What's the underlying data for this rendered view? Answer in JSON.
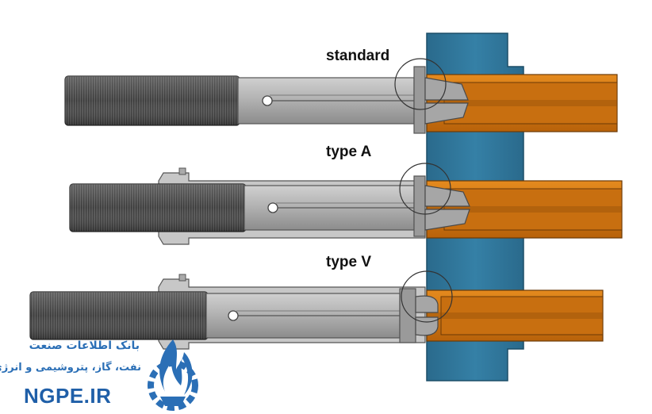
{
  "labels": {
    "standard": "standard",
    "type_a": "type A",
    "type_v": "type V"
  },
  "watermark": {
    "line1": "بانک اطلاعات صنعت",
    "line2": "نفت، گاز، پتروشیمی و انرژی",
    "site": "NGPE.IR",
    "logo": "flame-gear-logo"
  },
  "colors": {
    "tubesheet": "#2f7396",
    "tube": "#d6780f",
    "thread": "#4a4a4a",
    "shaft": "#b5b5b5",
    "brand": "#2b6fb6"
  }
}
